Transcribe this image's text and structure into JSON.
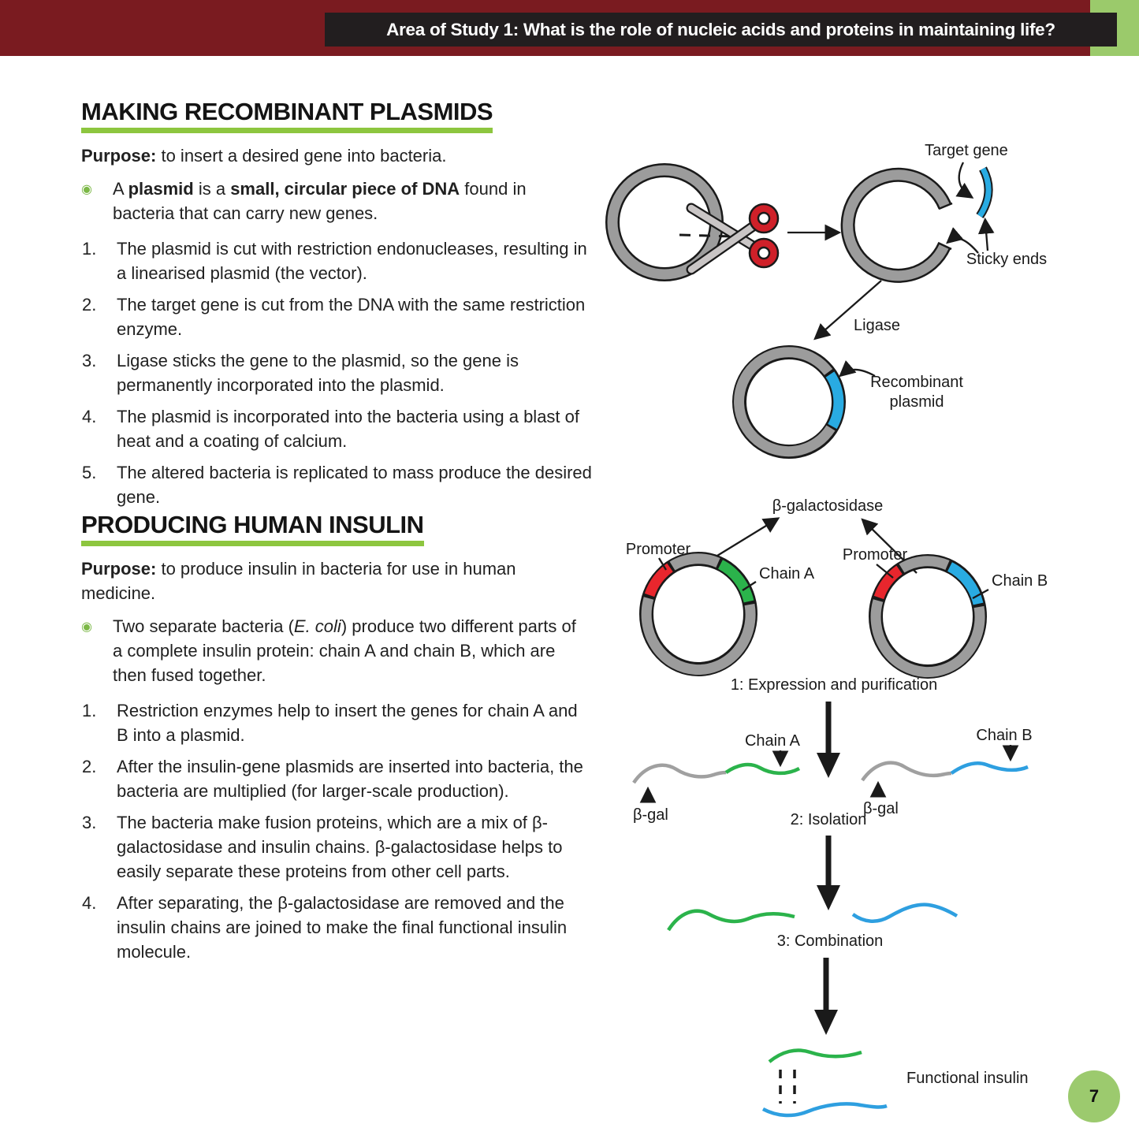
{
  "header": {
    "banner_title": "Area of Study 1: What is the role of nucleic acids and proteins in maintaining life?"
  },
  "colors": {
    "banner_maroon": "#7a1b20",
    "banner_box_black": "#221e1f",
    "heading_underline_green": "#8dc63f",
    "corner_green": "#9bca6b",
    "page_circle_green": "#9cca6e",
    "plasmid_gray": "#9c9c9c",
    "gene_blue": "#29abe2",
    "chain_green": "#2bb34b",
    "promoter_red": "#e8262d",
    "scissors_red": "#cf2029"
  },
  "section1": {
    "heading": "MAKING RECOMBINANT PLASMIDS",
    "purpose_label": "Purpose:",
    "purpose_text": " to insert a desired gene into bacteria.",
    "bullet": {
      "p1": "A ",
      "p2": "plasmid",
      "p3": " is a ",
      "p4": "small, circular piece of DNA",
      "p5": " found in bacteria that can carry new genes."
    },
    "steps": [
      "The plasmid is cut with restriction endonucleases, resulting in a linearised plasmid (the vector).",
      "The target gene is cut from the DNA with the same restriction enzyme.",
      "Ligase sticks the gene to the plasmid, so the gene is permanently incorporated into the plasmid.",
      "The plasmid is incorporated into the bacteria using a blast of heat and a coating of calcium.",
      "The altered bacteria is replicated to mass produce the desired gene."
    ]
  },
  "section2": {
    "heading": "PRODUCING HUMAN INSULIN",
    "purpose_label": "Purpose:",
    "purpose_text": " to produce insulin in bacteria for use in human medicine.",
    "bullet": {
      "p1": "Two separate bacteria (",
      "p2": "E. coli",
      "p3": ") produce two different parts of a complete insulin protein: chain A and chain B, which are then fused together."
    },
    "steps": [
      "Restriction enzymes help to insert the genes for chain A and B into a plasmid.",
      "After the insulin-gene plasmids are inserted into bacteria, the bacteria are multiplied (for larger-scale production).",
      "The bacteria make fusion proteins, which are a mix of β-galactosidase and insulin chains. β-galactosidase helps to easily separate these proteins from other cell parts.",
      "After separating, the β-galactosidase are removed and the insulin chains are joined to make the final functional insulin molecule."
    ]
  },
  "diagram1": {
    "target_gene": "Target gene",
    "sticky_ends": "Sticky ends",
    "ligase": "Ligase",
    "recombinant_line1": "Recombinant",
    "recombinant_line2": "plasmid"
  },
  "diagram2": {
    "beta_galactosidase": "β-galactosidase",
    "promoter_left": "Promoter",
    "promoter_right": "Promoter",
    "chain_a": "Chain A",
    "chain_b": "Chain B",
    "stage1": "1: Expression and purification",
    "chain_a_fusion": "Chain A",
    "chain_b_fusion": "Chain B",
    "beta_gal_left": "β-gal",
    "beta_gal_right": "β-gal",
    "stage2": "2: Isolation",
    "stage3": "3: Combination",
    "functional_insulin": "Functional insulin"
  },
  "footer": {
    "page_number": "7"
  }
}
